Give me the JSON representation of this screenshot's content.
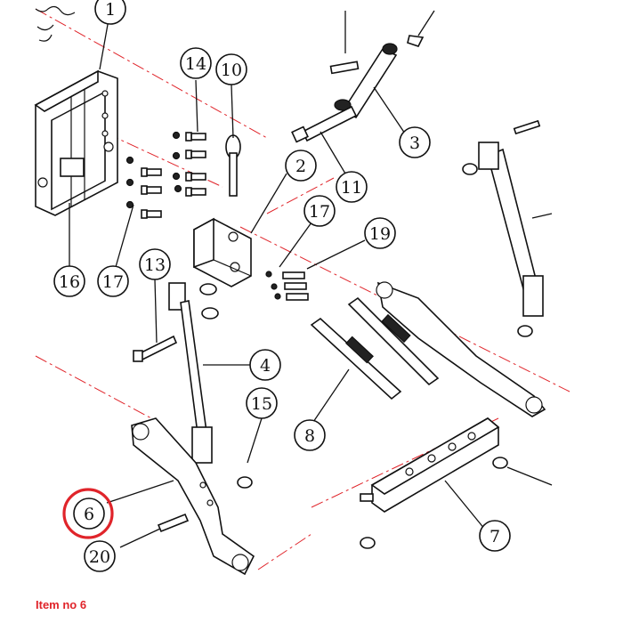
{
  "callouts": [
    {
      "id": "c1",
      "label": "1"
    },
    {
      "id": "c2",
      "label": "2"
    },
    {
      "id": "c3",
      "label": "3"
    },
    {
      "id": "c4",
      "label": "4"
    },
    {
      "id": "c6",
      "label": "6"
    },
    {
      "id": "c7",
      "label": "7"
    },
    {
      "id": "c8",
      "label": "8"
    },
    {
      "id": "c10",
      "label": "10"
    },
    {
      "id": "c11",
      "label": "11"
    },
    {
      "id": "c13",
      "label": "13"
    },
    {
      "id": "c14",
      "label": "14"
    },
    {
      "id": "c15",
      "label": "15"
    },
    {
      "id": "c16",
      "label": "16"
    },
    {
      "id": "c17a",
      "label": "17"
    },
    {
      "id": "c17b",
      "label": "17"
    },
    {
      "id": "c19",
      "label": "19"
    },
    {
      "id": "c20",
      "label": "20"
    }
  ],
  "highlighted_item": "6",
  "caption": "Item no 6",
  "colors": {
    "centerline": "#e0242a",
    "highlight": "#e0242a",
    "ink": "#111111"
  }
}
